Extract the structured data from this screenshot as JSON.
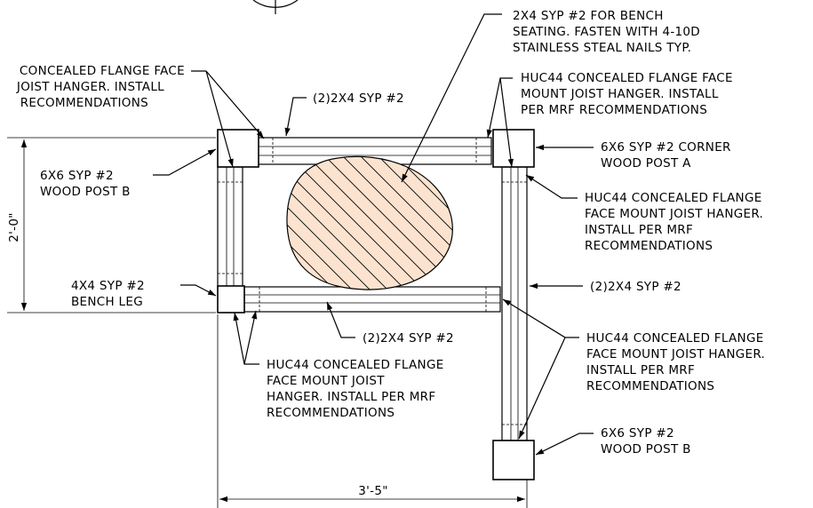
{
  "notes": {
    "bench_seating": [
      "2X4 SYP #2 FOR BENCH",
      "SEATING. FASTEN  WITH 4-10D",
      "STAINLESS STEAL NAILS TYP."
    ],
    "hanger_top_left": [
      "CONCEALED FLANGE FACE",
      "JOIST HANGER. INSTALL",
      "RECOMMENDATIONS"
    ],
    "hanger_top_right": [
      "HUC44 CONCEALED FLANGE FACE",
      "MOUNT JOIST HANGER. INSTALL",
      "PER MRF RECOMMENDATIONS"
    ],
    "rail_top": [
      "(2)2X4 SYP #2"
    ],
    "corner_post_a": [
      "6X6 SYP #2 CORNER",
      "WOOD POST A"
    ],
    "post_b_left": [
      "6X6 SYP #2",
      "WOOD POST B"
    ],
    "hanger_right_upper": [
      "HUC44 CONCEALED FLANGE",
      "FACE MOUNT JOIST HANGER.",
      "INSTALL PER MRF",
      "RECOMMENDATIONS"
    ],
    "bench_leg": [
      "4X4 SYP #2",
      "BENCH LEG"
    ],
    "rail_right": [
      "(2)2X4 SYP #2"
    ],
    "rail_bottom": [
      "(2)2X4 SYP #2"
    ],
    "hanger_right_lower": [
      "HUC44 CONCEALED FLANGE",
      "FACE MOUNT JOIST HANGER.",
      "INSTALL PER MRF",
      "RECOMMENDATIONS"
    ],
    "hanger_bottom": [
      "HUC44 CONCEALED FLANGE",
      "FACE MOUNT JOIST",
      "HANGER. INSTALL PER MRF",
      "RECOMMENDATIONS"
    ],
    "post_b_bottom": [
      "6X6 SYP #2",
      "WOOD POST B"
    ]
  },
  "dimensions": {
    "height": "2'-0\"",
    "width": "3'-5\""
  },
  "colors": {
    "line": "#000000",
    "hatch_fill": "#fbe3cf",
    "background": "#ffffff"
  }
}
